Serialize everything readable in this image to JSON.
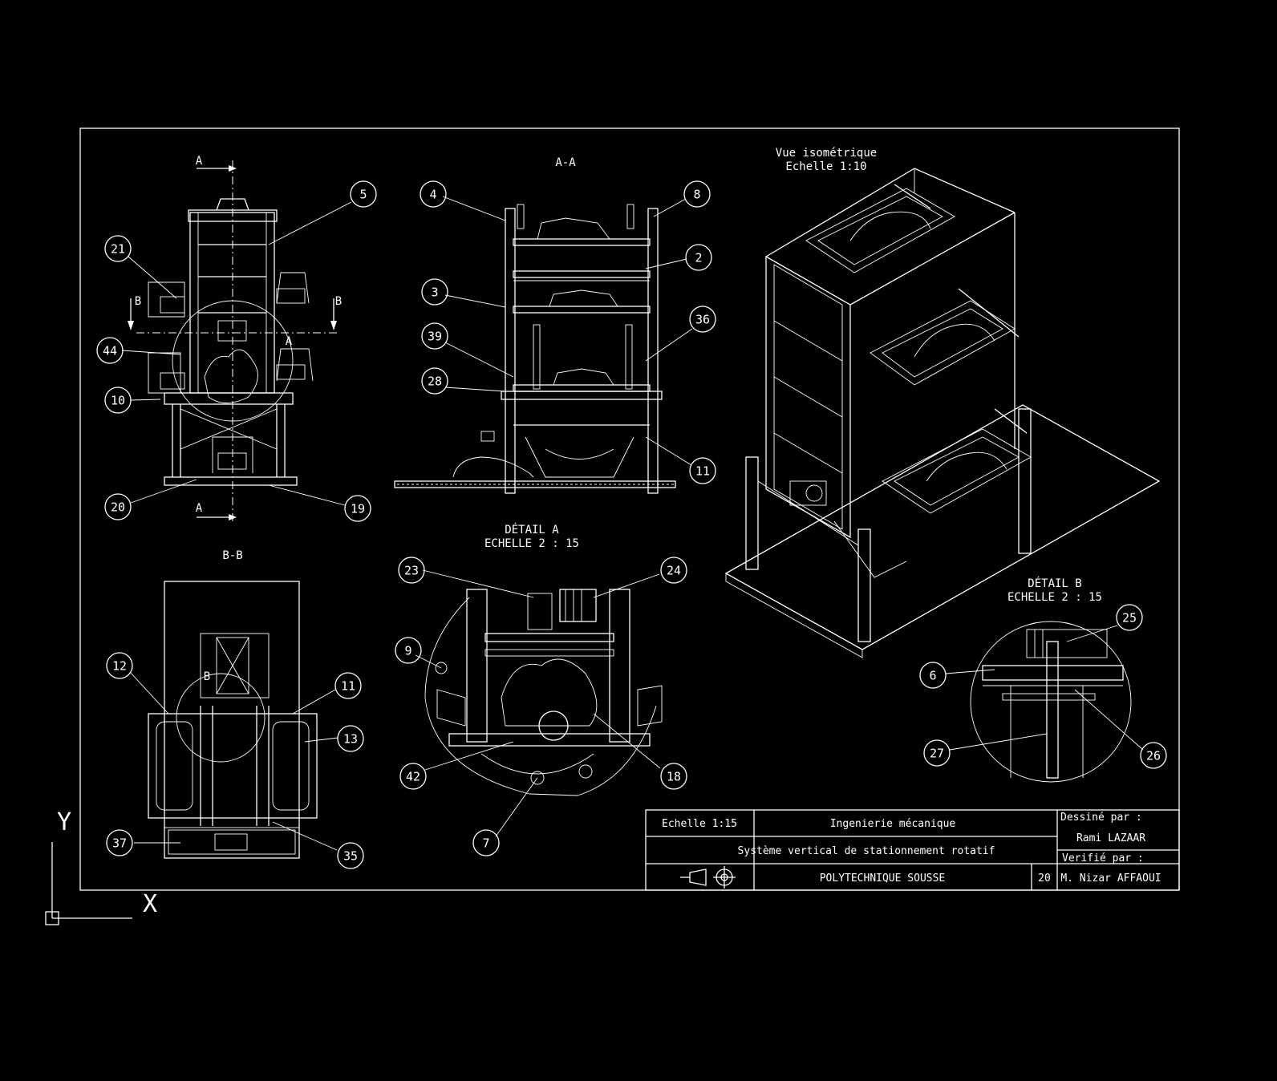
{
  "views": {
    "section_aa_title": "A-A",
    "section_bb_title": "B-B",
    "iso_title_1": "Vue isométrique",
    "iso_title_2": "Echelle 1:10",
    "detail_a_title_1": "DÉTAIL A",
    "detail_a_title_2": "ECHELLE 2 : 15",
    "detail_b_title_1": "DÉTAIL B",
    "detail_b_title_2": "ECHELLE 2 : 15",
    "cut_a_top": "A",
    "cut_a_bottom": "A",
    "cut_b_left": "B",
    "cut_b_right": "B",
    "detail_a_marker": "A",
    "detail_b_marker": "B"
  },
  "balloons": {
    "front": [
      "5",
      "21",
      "44",
      "10",
      "20",
      "19"
    ],
    "section_aa": [
      "4",
      "8",
      "2",
      "3",
      "36",
      "39",
      "28",
      "11"
    ],
    "section_bb": [
      "12",
      "11",
      "13",
      "37",
      "35"
    ],
    "detail_a": [
      "23",
      "24",
      "9",
      "18",
      "42",
      "7"
    ],
    "detail_b": [
      "25",
      "6",
      "26",
      "27"
    ]
  },
  "title_block": {
    "scale": "Echelle 1:15",
    "discipline": "Ingenierie mécanique",
    "title": "Système vertical de stationnement rotatif",
    "school": "POLYTECHNIQUE SOUSSE",
    "sheet": "20",
    "drawn_by_label": "Dessiné par :",
    "drawn_by": "Rami LAZAAR",
    "checked_by_label": "Verifié par :",
    "checked_by": "M. Nizar AFFAOUI"
  },
  "ucs": {
    "x_label": "X",
    "y_label": "Y"
  }
}
